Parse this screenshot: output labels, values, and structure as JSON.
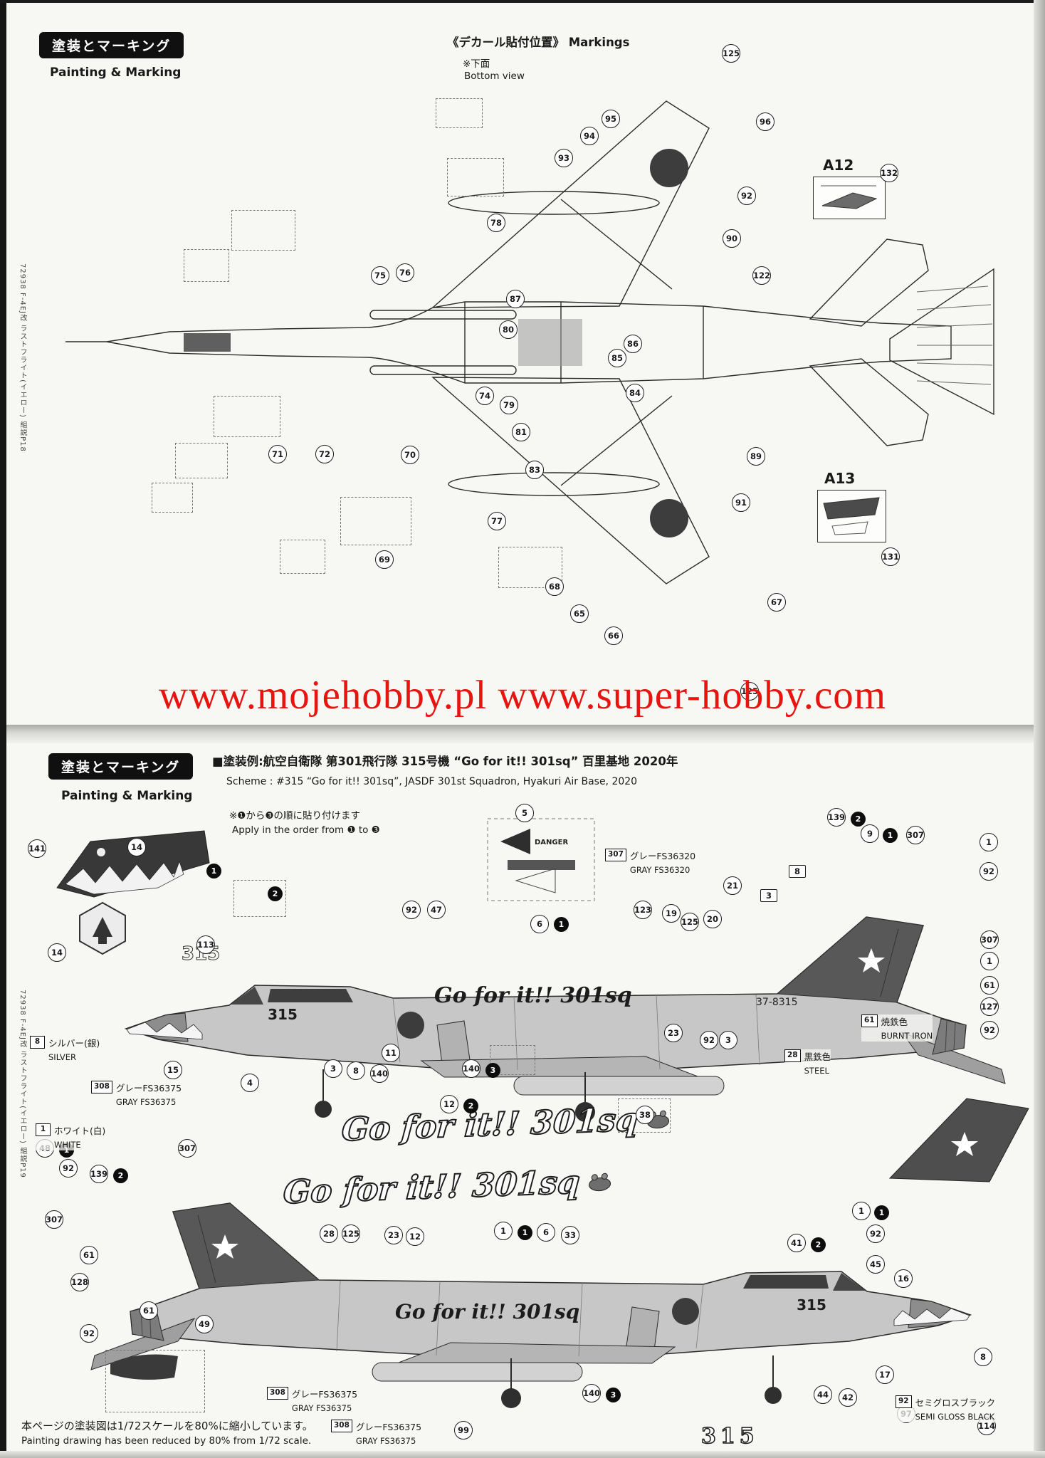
{
  "page": {
    "watermark": "www.mojehobby.pl www.super-hobby.com",
    "side_text_top": "72938 F-4EJ改 ラストフライト(イエロー) 組説P18",
    "side_text_bottom": "72938 F-4EJ改 ラストフライト(イエロー) 組説P19"
  },
  "section_header": {
    "badge": "塗装とマーキング",
    "subtitle": "Painting & Marking"
  },
  "top_panel": {
    "markings_title": "《デカール貼付位置》 Markings",
    "view_note_jp": "※下面",
    "view_note_en": "Bottom view",
    "part_labels": [
      "A12",
      "A13"
    ],
    "callouts": [
      "125",
      "95",
      "94",
      "96",
      "93",
      "92",
      "78",
      "90",
      "75",
      "76",
      "122",
      "87",
      "80",
      "86",
      "85",
      "74",
      "79",
      "84",
      "81",
      "71",
      "72",
      "70",
      "83",
      "89",
      "91",
      "77",
      "69",
      "68",
      "65",
      "66",
      "67",
      "125",
      "132",
      "131"
    ]
  },
  "bottom_panel": {
    "scheme_jp": "■塗装例:航空自衛隊 第301飛行隊 315号機 “Go for it!! 301sq” 百里基地 2020年",
    "scheme_en": "Scheme :  #315 “Go for it!! 301sq”, JASDF 301st Squadron, Hyakuri Air Base, 2020",
    "order_jp": "※❶から❸の順に貼り付けます",
    "order_en": "Apply in the order from ❶ to ❸",
    "decal_script": "Go for it!! 301sq",
    "decal_315": "315",
    "danger_label": "DANGER",
    "aircraft": {
      "fuselage_text": "Go for it!! 301sq",
      "nose_number": "315",
      "tail_code": "37-8315"
    },
    "paint_labels": [
      {
        "code": "307",
        "jp": "グレーFS36320",
        "en": "GRAY FS36320"
      },
      {
        "code": "8",
        "jp": "シルバー(銀)",
        "en": "SILVER"
      },
      {
        "code": "308",
        "jp": "グレーFS36375",
        "en": "GRAY FS36375"
      },
      {
        "code": "1",
        "jp": "ホワイト(白)",
        "en": "WHITE"
      },
      {
        "code": "61",
        "jp": "焼鉄色",
        "en": "BURNT IRON"
      },
      {
        "code": "28",
        "jp": "黒鉄色",
        "en": "STEEL"
      },
      {
        "code": "308",
        "jp": "グレーFS36375",
        "en": "GRAY FS36375"
      },
      {
        "code": "308",
        "jp": "グレーFS36375",
        "en": "GRAY FS36375"
      },
      {
        "code": "92",
        "jp": "セミグロスブラック",
        "en": "SEMI GLOSS BLACK"
      }
    ],
    "callouts": [
      "141",
      "14",
      "14",
      "113",
      "5",
      "92",
      "47",
      "6",
      "139",
      "9",
      "307",
      "1",
      "92",
      "21",
      "123",
      "19",
      "125",
      "20",
      "3",
      "8",
      "307",
      "1",
      "61",
      "127",
      "92",
      "15",
      "4",
      "3",
      "8",
      "140",
      "11",
      "140",
      "12",
      "38",
      "23",
      "92",
      "3",
      "48",
      "92",
      "307",
      "139",
      "307",
      "61",
      "128",
      "61",
      "92",
      "49",
      "28",
      "125",
      "23",
      "12",
      "1",
      "6",
      "33",
      "1",
      "92",
      "41",
      "45",
      "16",
      "17",
      "8",
      "44",
      "42",
      "97",
      "114",
      "99",
      "140"
    ],
    "order_markers": [
      "1",
      "2",
      "1",
      "2",
      "1",
      "3",
      "2",
      "2",
      "1",
      "1",
      "2",
      "3",
      "1"
    ],
    "footer_jp": "本ページの塗装図は1/72スケールを80%に縮小しています。",
    "footer_en": "Painting drawing has been reduced by 80% from 1/72 scale."
  }
}
